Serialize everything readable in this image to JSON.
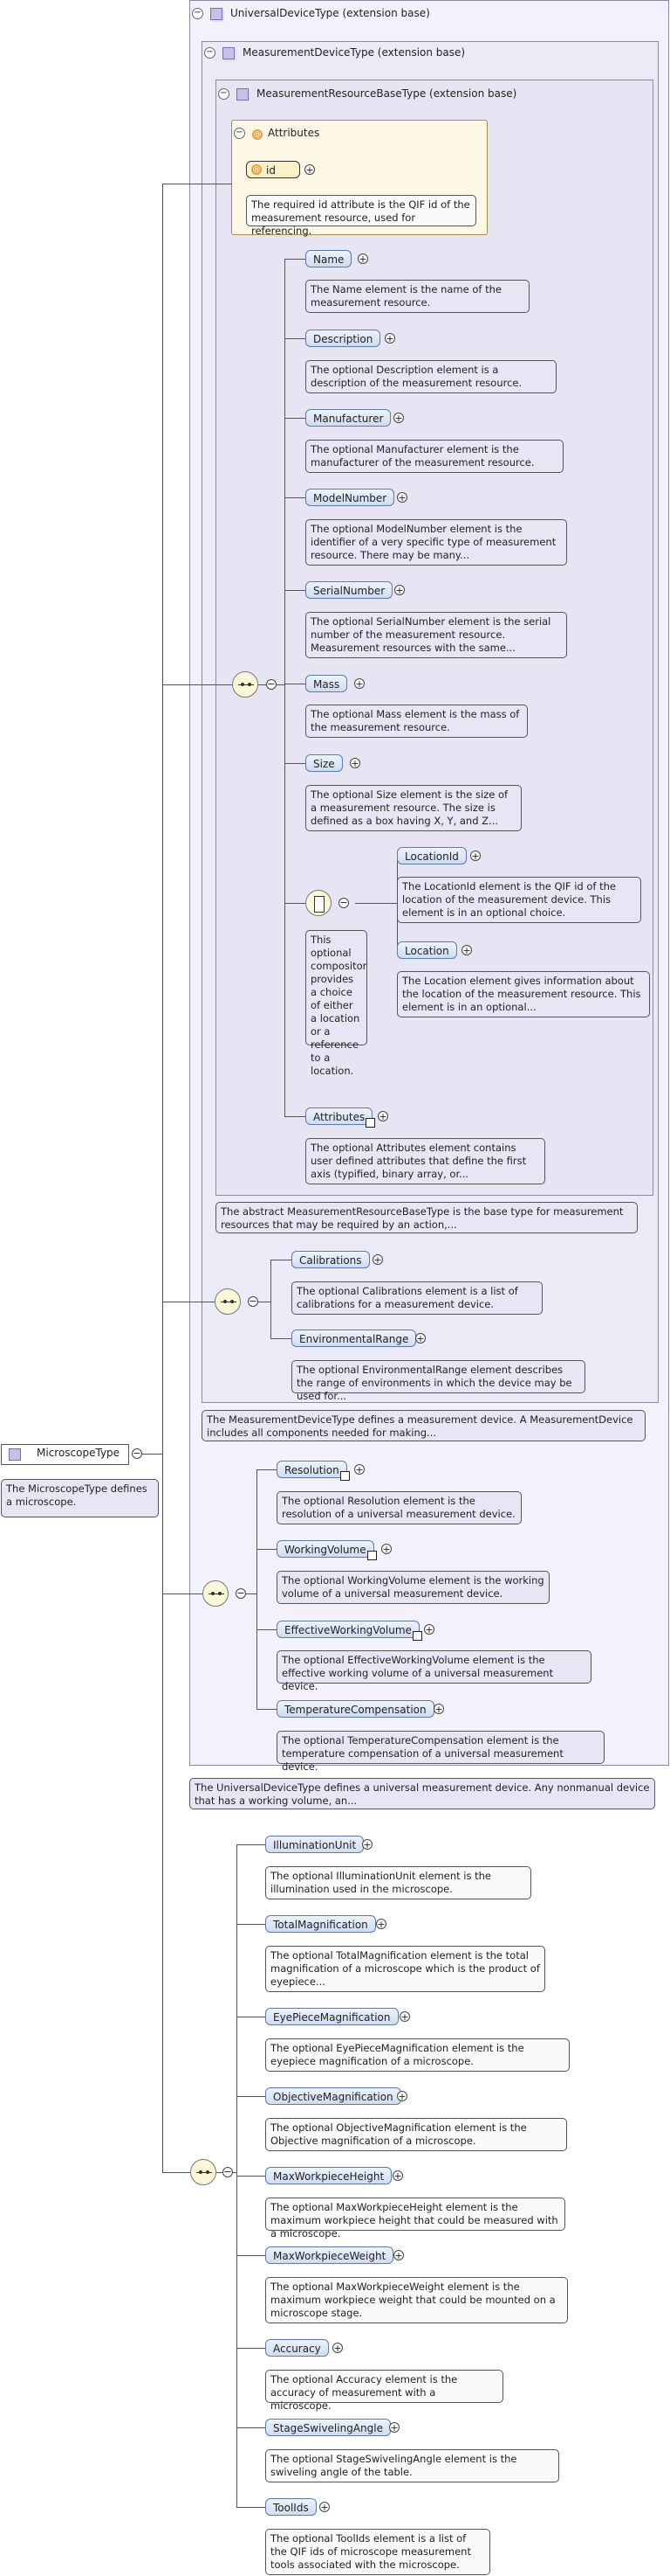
{
  "root": {
    "name": "MicroscopeType",
    "doc": "The MicroscopeType defines a microscope."
  },
  "universal": {
    "title": "UniversalDeviceType (extension base)",
    "doc": "The UniversalDeviceType defines a universal measurement device. Any nonmanual device that has a working volume, an..."
  },
  "measurement_device": {
    "title": "MeasurementDeviceType (extension base)",
    "doc": "The MeasurementDeviceType defines a measurement device. A MeasurementDevice includes all components needed for making..."
  },
  "resource_base": {
    "title": "MeasurementResourceBaseType (extension base)",
    "doc": "The abstract MeasurementResourceBaseType is the base type for measurement resources that may be required by an action,...",
    "attributes_label": "Attributes",
    "attribute": {
      "name": "id",
      "doc": "The required id attribute is the QIF id of the measurement resource, used for referencing."
    }
  },
  "resource_elements": [
    {
      "name": "Name",
      "doc": "The Name element is the name of the measurement resource."
    },
    {
      "name": "Description",
      "doc": "The optional Description element is a description of the measurement resource."
    },
    {
      "name": "Manufacturer",
      "doc": "The optional Manufacturer element is the manufacturer of the measurement resource."
    },
    {
      "name": "ModelNumber",
      "doc": "The optional ModelNumber element is the identifier of a very specific type of measurement resource. There may be many..."
    },
    {
      "name": "SerialNumber",
      "doc": "The optional SerialNumber element is the serial number of the measurement resource. Measurement resources with the same..."
    },
    {
      "name": "Mass",
      "doc": "The optional Mass element is the mass of the measurement resource."
    },
    {
      "name": "Size",
      "doc": "The optional Size element is the size of a measurement resource. The size is defined as a box having X, Y, and Z..."
    }
  ],
  "location_choice": {
    "doc": "This optional compositor provides a choice of either a location or a reference to a location.",
    "items": [
      {
        "name": "LocationId",
        "doc": "The LocationId element is the QIF id of the location of the measurement device. This element is in an optional choice."
      },
      {
        "name": "Location",
        "doc": "The Location element gives information about the location of the measurement resource. This element is in an optional..."
      }
    ]
  },
  "attributes_element": {
    "name": "Attributes",
    "doc": "The optional Attributes element contains user defined attributes that define the first axis (typified, binary array, or..."
  },
  "device_elements": [
    {
      "name": "Calibrations",
      "doc": "The optional Calibrations element is a list of calibrations for a measurement device."
    },
    {
      "name": "EnvironmentalRange",
      "doc": "The optional EnvironmentalRange element describes the range of environments in which the device may be used for..."
    }
  ],
  "universal_elements": [
    {
      "name": "Resolution",
      "doc": "The optional Resolution element is the resolution of a universal measurement device."
    },
    {
      "name": "WorkingVolume",
      "doc": "The optional WorkingVolume element is the working volume of a universal measurement device."
    },
    {
      "name": "EffectiveWorkingVolume",
      "doc": "The optional EffectiveWorkingVolume element is the effective working volume of a universal measurement device."
    },
    {
      "name": "TemperatureCompensation",
      "doc": "The optional TemperatureCompensation element is the temperature compensation of a universal measurement device."
    }
  ],
  "microscope_elements": [
    {
      "name": "IlluminationUnit",
      "doc": "The optional IlluminationUnit element is the illumination used in the microscope."
    },
    {
      "name": "TotalMagnification",
      "doc": "The optional TotalMagnification element is the total magnification of a microscope which is the product of eyepiece..."
    },
    {
      "name": "EyePieceMagnification",
      "doc": "The optional EyePieceMagnification element is the eyepiece magnification of a microscope."
    },
    {
      "name": "ObjectiveMagnification",
      "doc": "The optional ObjectiveMagnification element is the Objective magnification of a microscope."
    },
    {
      "name": "MaxWorkpieceHeight",
      "doc": "The optional MaxWorkpieceHeight element is the maximum workpiece height that could be measured with a microscope."
    },
    {
      "name": "MaxWorkpieceWeight",
      "doc": "The optional MaxWorkpieceWeight element is the maximum workpiece weight that could be mounted on a microscope stage."
    },
    {
      "name": "Accuracy",
      "doc": "The optional Accuracy element is the accuracy of measurement with a microscope."
    },
    {
      "name": "StageSwivelingAngle",
      "doc": "The optional StageSwivelingAngle element is the swiveling angle of the table."
    },
    {
      "name": "ToolIds",
      "doc": "The optional ToolIds element is a list of the QIF ids of microscope measurement tools associated with the microscope."
    }
  ]
}
